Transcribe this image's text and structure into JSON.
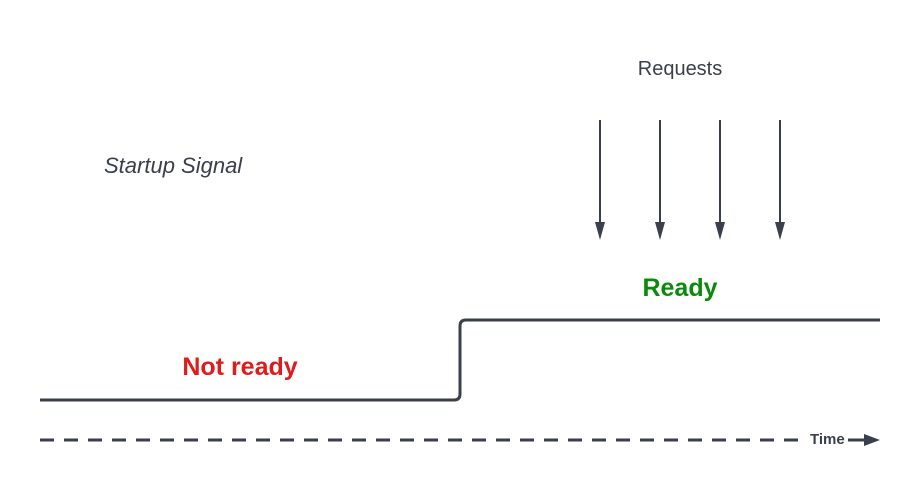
{
  "diagram": {
    "signal_label": "Startup Signal",
    "requests_label": "Requests",
    "states": {
      "not_ready": "Not ready",
      "ready": "Ready"
    },
    "time_label": "Time",
    "request_arrow_count": 4
  },
  "colors": {
    "line": "#3a3f4b",
    "not_ready": "#e01b1b",
    "ready": "#0a8a0a",
    "text": "#3a3f4b"
  }
}
